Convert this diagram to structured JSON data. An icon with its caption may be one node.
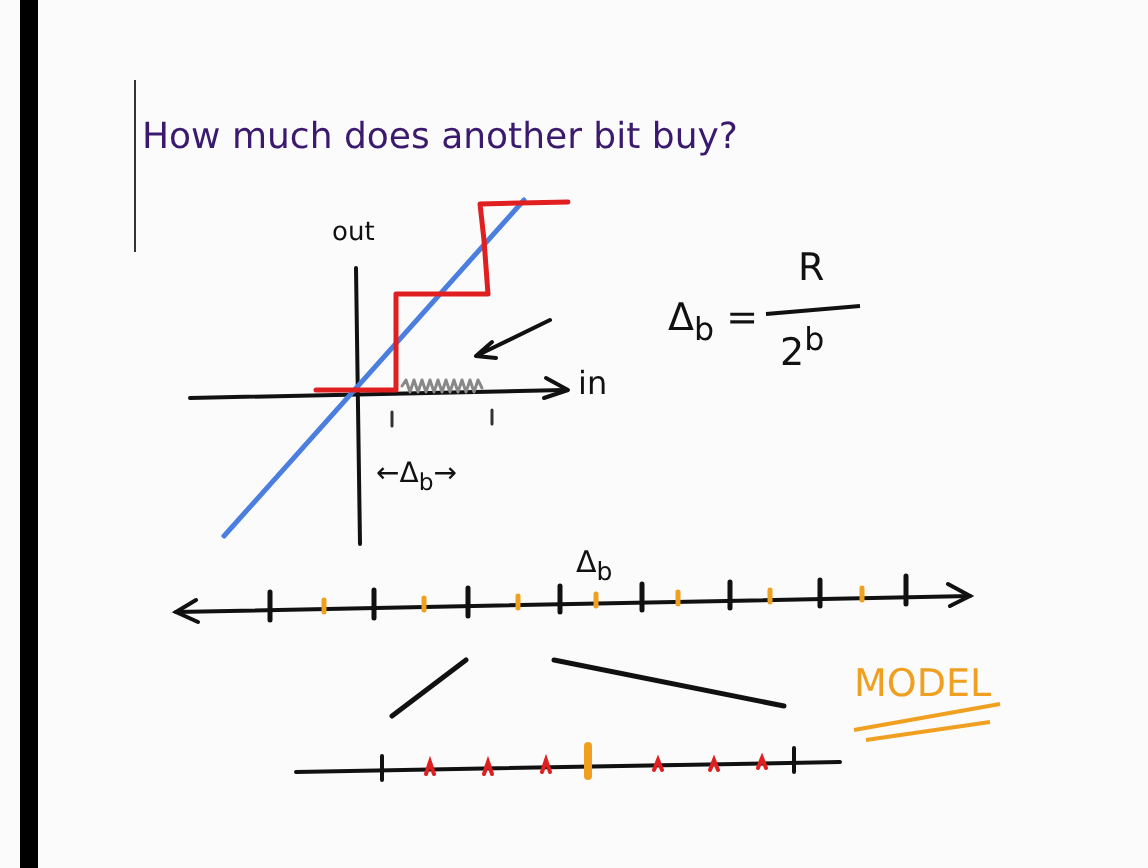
{
  "diagram": {
    "title": "How much does another bit buy?",
    "labels": [
      "out",
      "in",
      "←Δ$_{b}$→",
      "Δ$_{b}$ =",
      "R",
      "2$^{b}$",
      "Δ$_{b}$",
      "MODEL"
    ]
  }
}
